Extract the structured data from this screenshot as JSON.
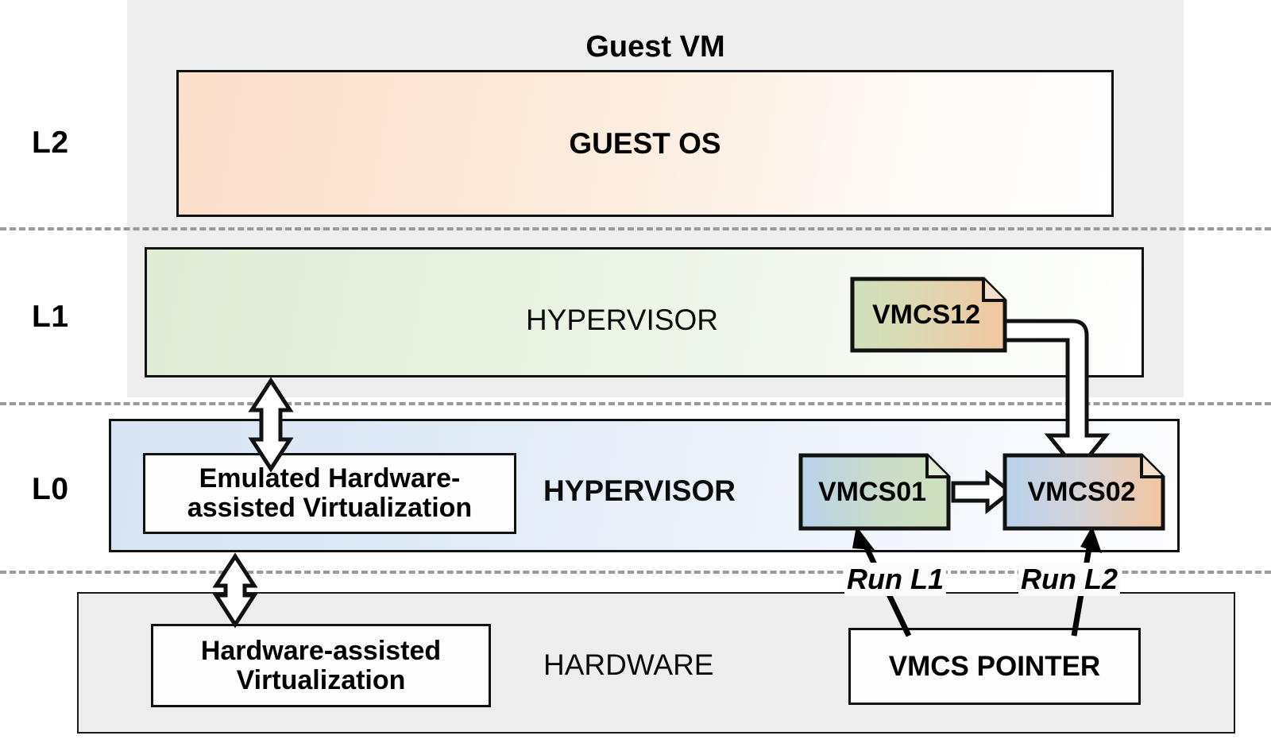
{
  "diagram": {
    "title": "Nested virtualization VMCS shadowing layer diagram",
    "levels": [
      {
        "id": "L2",
        "label": "L2"
      },
      {
        "id": "L1",
        "label": "L1"
      },
      {
        "id": "L0",
        "label": "L0"
      }
    ],
    "guest_vm": {
      "container_label": "Guest VM",
      "guest_os_label": "GUEST OS",
      "hypervisor_label": "HYPERVISOR"
    },
    "l0": {
      "hypervisor_label": "HYPERVISOR",
      "emulated_box_label": "Emulated Hardware-assisted Virtualization"
    },
    "hardware": {
      "label": "HARDWARE",
      "hw_assist_box_label": "Hardware-assisted Virtualization",
      "vmcs_pointer_label": "VMCS POINTER"
    },
    "vmcs": [
      {
        "id": "vmcs12",
        "label": "VMCS12",
        "layer": "L1"
      },
      {
        "id": "vmcs01",
        "label": "VMCS01",
        "layer": "L0"
      },
      {
        "id": "vmcs02",
        "label": "VMCS02",
        "layer": "L0"
      }
    ],
    "annotations": [
      {
        "id": "run-l1",
        "label": "Run L1"
      },
      {
        "id": "run-l2",
        "label": "Run L2"
      }
    ],
    "colors": {
      "panel_gray": "#eeeeee",
      "divider_gray": "#9a9a9a",
      "guest_os_from": "#fbdfcb",
      "guest_os_to": "#ffffff",
      "hypervisor_l1_from": "#dfecd6",
      "hypervisor_l1_to": "#ffffff",
      "hypervisor_l0_from": "#d6e4f4",
      "hypervisor_l0_to": "#fdfdff",
      "vmcs12_from": "#cfe0bd",
      "vmcs12_to": "#f2c6a0",
      "vmcs01_from": "#b9d2ea",
      "vmcs01_to": "#cfe0bd",
      "vmcs02_from": "#b9d2ea",
      "vmcs02_to": "#f2c6a0",
      "outline": "#111111",
      "text": "#000000"
    }
  }
}
